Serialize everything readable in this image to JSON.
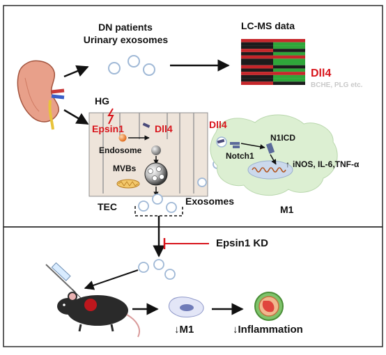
{
  "colors": {
    "accent_red": "#d8141b",
    "frame": "#2b2b2b",
    "tec_cell": "#eee4da",
    "macrophage": "#dcefd2",
    "heatmap_red": "#c6262a",
    "heatmap_green": "#2fa63a",
    "heatmap_black": "#1c1c1c"
  },
  "top_panel": {
    "source_title_line1": "DN patients",
    "source_title_line2": "Urinary exosomes",
    "lcms_title": "LC-MS data",
    "lcms_hit": "Dll4",
    "lcms_other_hits": "BCHE, PLG etc.",
    "stimulus": "HG",
    "tec": {
      "epsin_label": "Epsin1",
      "dll4_label": "Dll4",
      "endosome_label": "Endosome",
      "mvb_label": "MVBs",
      "cell_label": "TEC"
    },
    "exosomes_label": "Exosomes",
    "macrophage": {
      "dll4_label": "Dll4",
      "notch_label": "Notch1",
      "n1icd_label": "N1ICD",
      "output_label": "iNOS, IL-6,TNF-α",
      "output_arrow": "↑",
      "cell_label": "M1"
    }
  },
  "bottom_panel": {
    "intervention_label": "Epsin1 KD",
    "m1_result": "↓M1",
    "inflammation_result": "↓Inflammation"
  },
  "icons": [
    "kidney-icon",
    "exosome-icon",
    "heatmap-icon",
    "syringe-icon",
    "mouse-icon",
    "macrophage-icon",
    "inflamed-kidney-icon",
    "lightning-icon"
  ]
}
